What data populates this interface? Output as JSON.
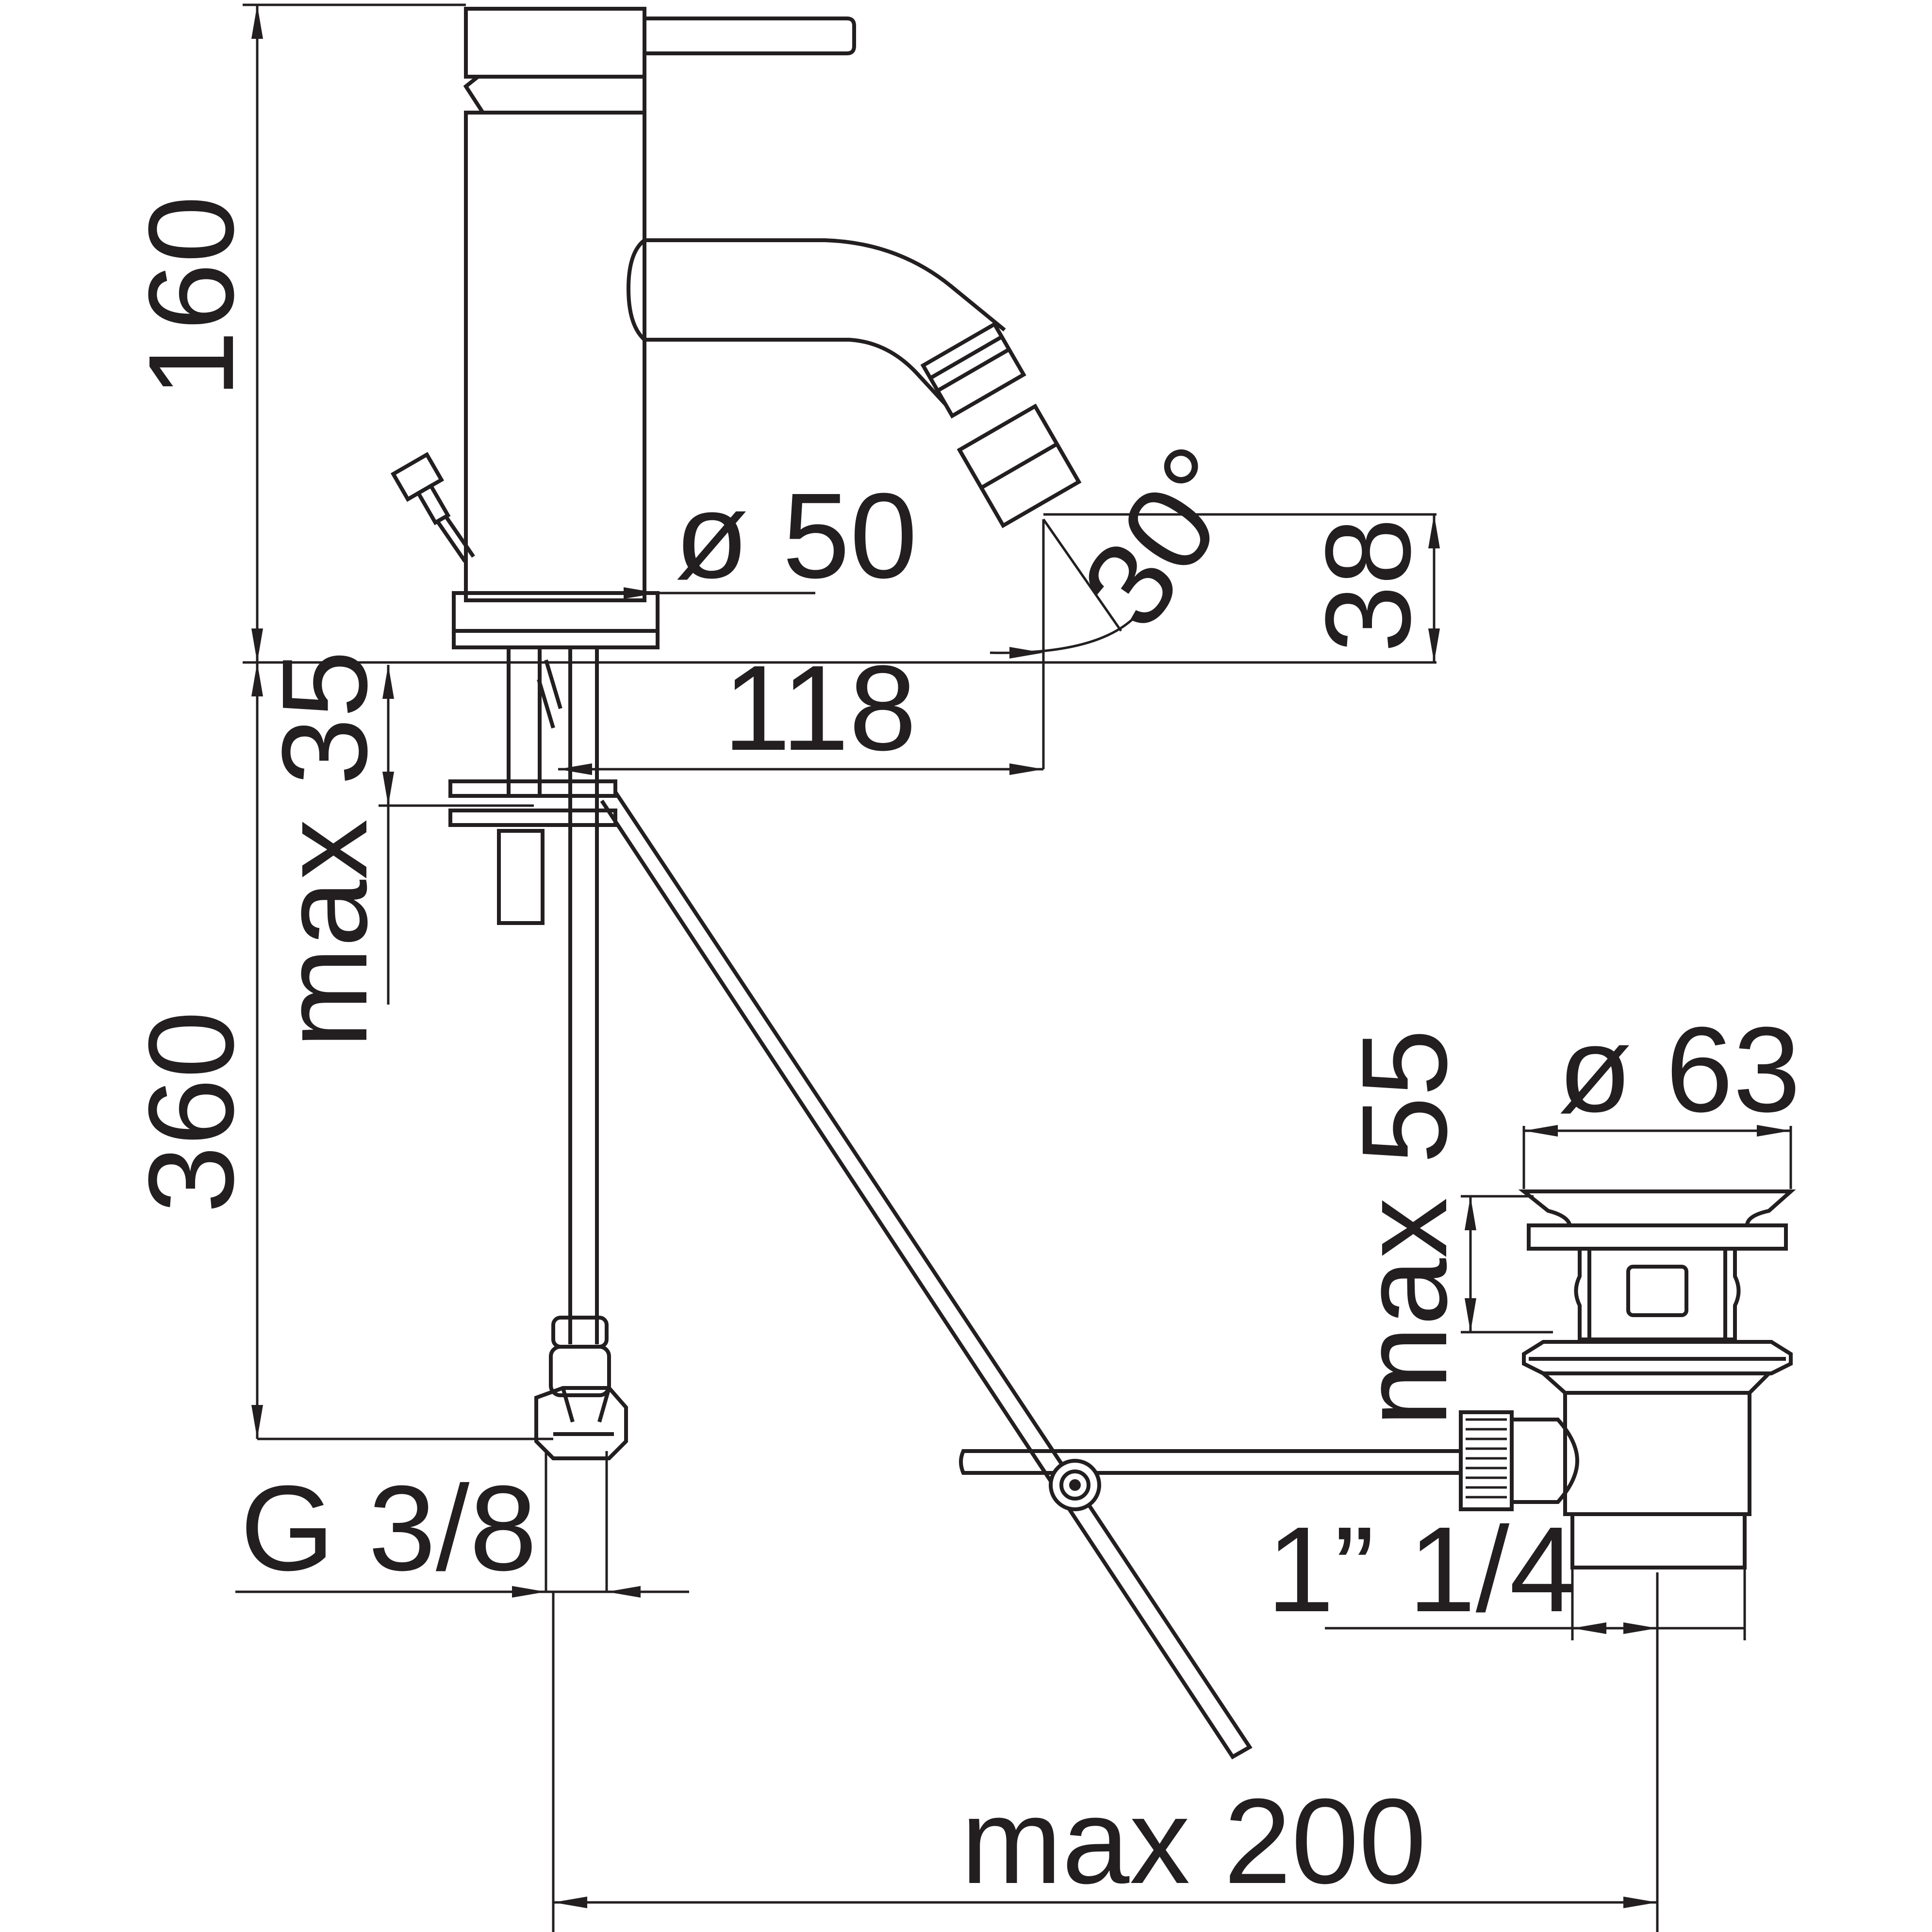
{
  "dimensions": {
    "height_top": "160",
    "height_spout": "38",
    "diameter_body": "ø 50",
    "spout_angle": "30°",
    "spout_reach": "118",
    "max_deck": "max 35",
    "hose_length": "360",
    "thread_inlet": "G 3/8",
    "waste_diameter": "ø 63",
    "max_waste_height": "max 55",
    "waste_thread": "1” 1/4",
    "max_pull_rod": "max 200"
  },
  "colors": {
    "line": "#231f20",
    "background": "#ffffff"
  }
}
